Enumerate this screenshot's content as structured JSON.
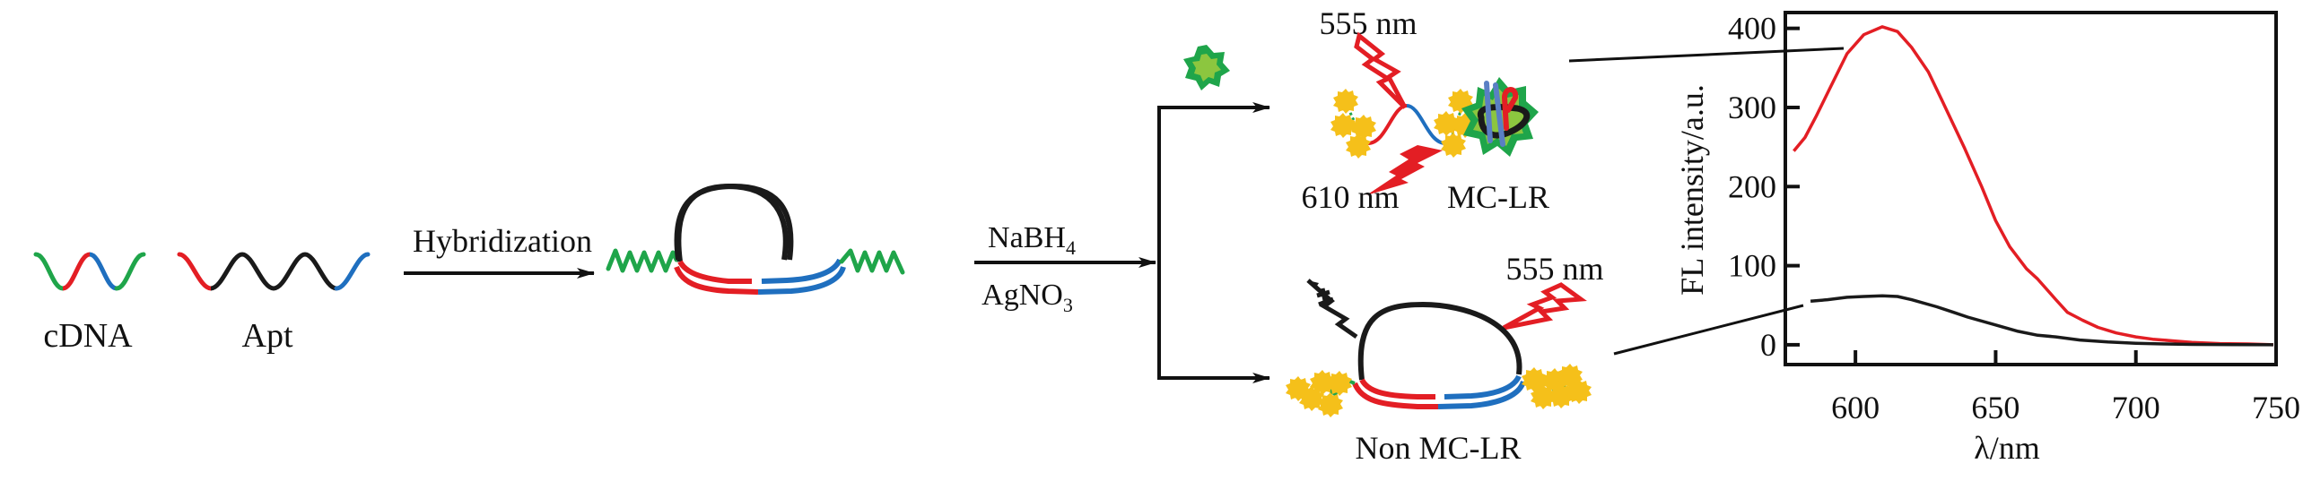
{
  "scheme": {
    "strands": {
      "cdna_label": "cDNA",
      "apt_label": "Apt"
    },
    "step1": {
      "label": "Hybridization"
    },
    "step2": {
      "reagent_top": "NaBH",
      "reagent_top_sub": "4",
      "reagent_bottom": "AgNO",
      "reagent_bottom_sub": "3"
    },
    "with_target": {
      "excitation_label": "555 nm",
      "emission_label": "610 nm",
      "target_label": "MC-LR"
    },
    "without_target": {
      "excitation_label": "555 nm",
      "condition_label": "Non MC-LR"
    },
    "colors": {
      "red": "#e31e24",
      "blue": "#1f6fbf",
      "green": "#1fa54a",
      "light_green": "#8cc63f",
      "gold": "#f5c01a",
      "black": "#1a1a1a"
    }
  },
  "chart_data": {
    "type": "line",
    "title": "",
    "xlabel": "λ/nm",
    "ylabel": "FL intensity/a.u.",
    "xlim": [
      575,
      750
    ],
    "ylim": [
      -25,
      420
    ],
    "xticks": [
      600,
      650,
      700,
      750
    ],
    "yticks": [
      0,
      100,
      200,
      300,
      400
    ],
    "grid": false,
    "legend": "none",
    "series": [
      {
        "name": "MC-LR",
        "color": "#e31e24",
        "x": [
          578,
          582,
          586,
          591,
          597,
          603,
          609.6,
          615,
          620,
          626,
          631,
          635,
          639,
          645,
          650,
          655,
          661,
          665,
          671.5,
          675.6,
          681,
          686.5,
          693,
          700,
          706,
          713,
          720,
          730,
          740,
          749
        ],
        "y": [
          245,
          262,
          289,
          325,
          368,
          392,
          402,
          396,
          376,
          345,
          308,
          278,
          248,
          200,
          157,
          124,
          96,
          83,
          57,
          41,
          31,
          22,
          15,
          10,
          7,
          5,
          3,
          1.5,
          1,
          0
        ]
      },
      {
        "name": "Non MC-LR",
        "color": "#1a1a1a",
        "x": [
          584,
          590,
          597,
          603,
          609.6,
          615,
          620,
          629,
          635,
          640,
          650,
          658,
          665,
          671.5,
          680,
          690,
          700,
          710,
          720,
          735,
          749
        ],
        "y": [
          55,
          57,
          60,
          61,
          62,
          61,
          57,
          48,
          41,
          35,
          25,
          17,
          12,
          10,
          6,
          3.5,
          2,
          1,
          0.5,
          0.2,
          0
        ]
      }
    ]
  }
}
